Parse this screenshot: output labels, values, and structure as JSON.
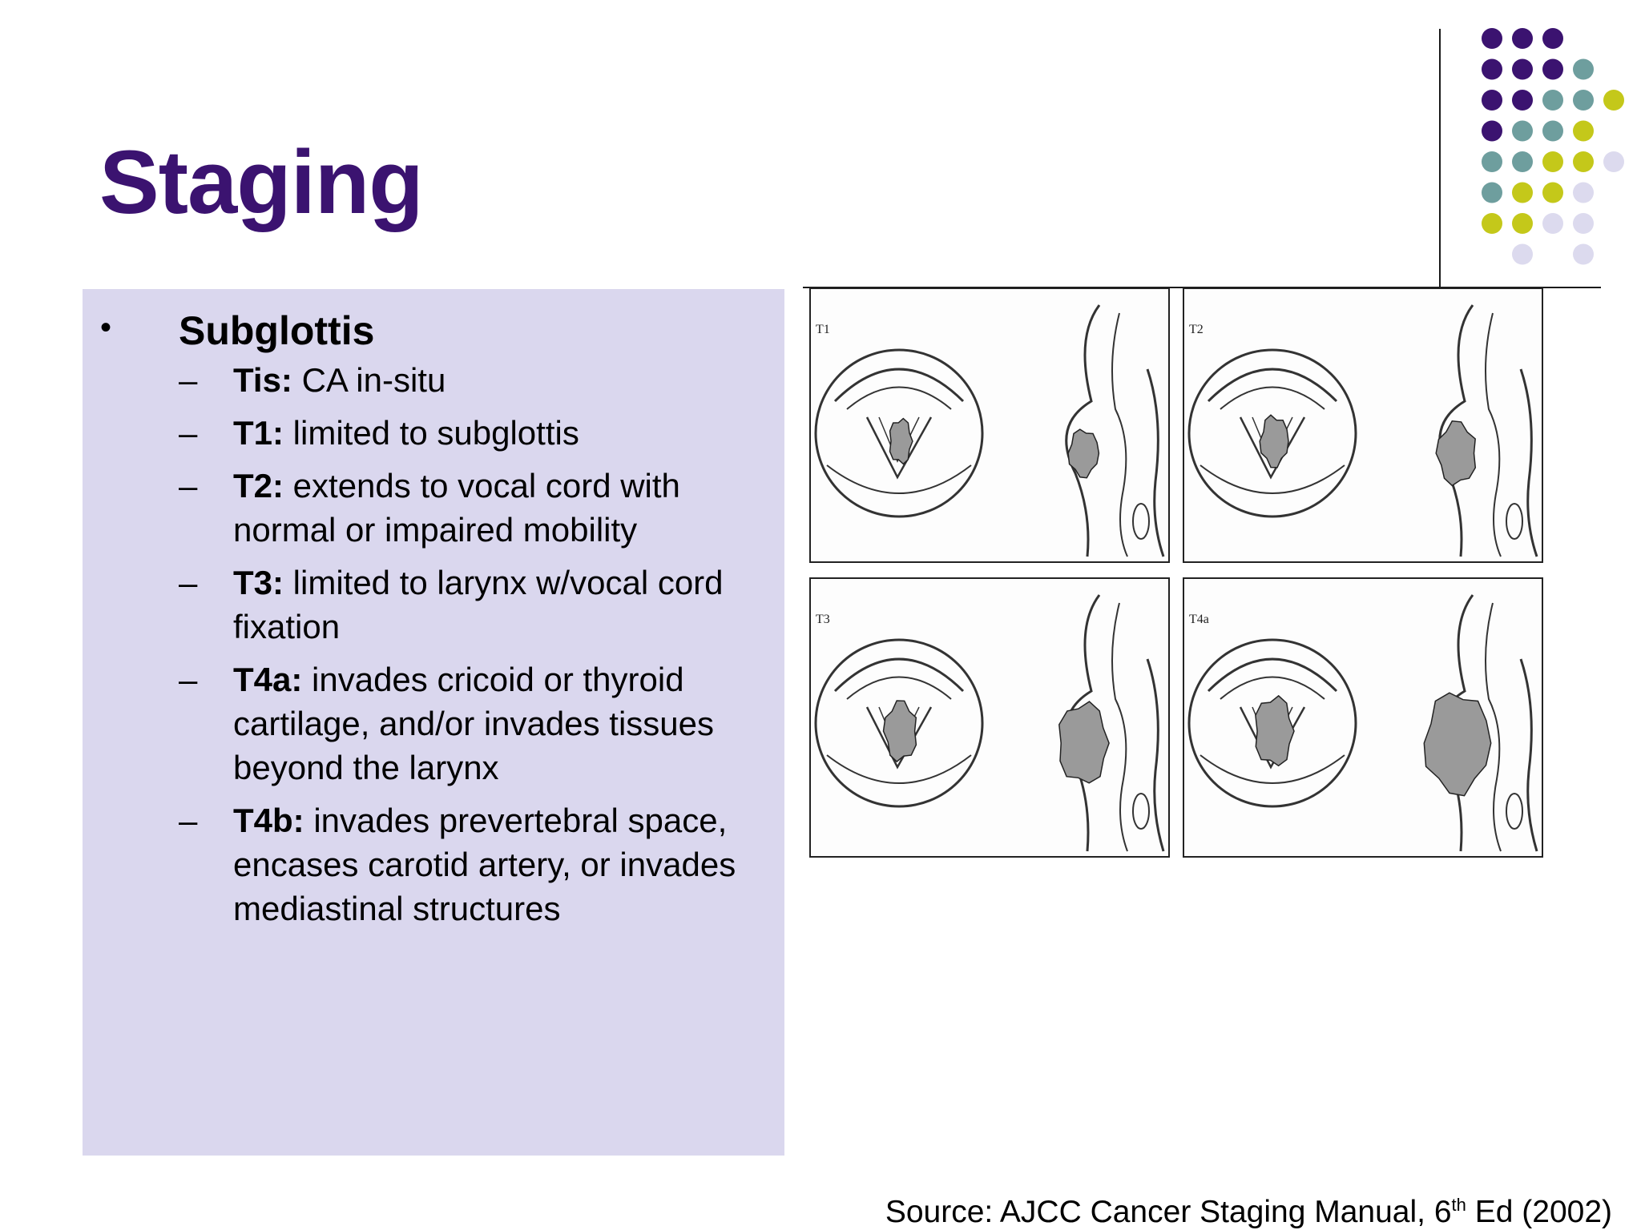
{
  "slide": {
    "title": "Staging",
    "bullet": "Subglottis",
    "items": [
      {
        "label": "Tis:",
        "text": " CA in-situ"
      },
      {
        "label": "T1:",
        "text": " limited to subglottis"
      },
      {
        "label": "T2:",
        "text": " extends to vocal cord with normal or impaired mobility"
      },
      {
        "label": "T3:",
        "text": " limited to larynx w/vocal cord fixation"
      },
      {
        "label": "T4a:",
        "text": " invades cricoid or thyroid cartilage, and/or invades tissues beyond the larynx"
      },
      {
        "label": "T4b:",
        "text": " invades prevertebral space, encases carotid artery, or invades mediastinal structures"
      }
    ],
    "figure_panels": [
      {
        "label": "T1",
        "tumor": "small"
      },
      {
        "label": "T2",
        "tumor": "medium"
      },
      {
        "label": "T3",
        "tumor": "large"
      },
      {
        "label": "T4a",
        "tumor": "extensive"
      }
    ],
    "source": {
      "prefix": "Source: AJCC Cancer Staging Manual, 6",
      "sup": "th",
      "suffix": " Ed (2002)"
    }
  },
  "colors": {
    "title": "#3b1370",
    "panel_bg": "#dad7ee",
    "dot_purple": "#3b1370",
    "dot_teal": "#6e9e9e",
    "dot_olive": "#c4c81a",
    "dot_lavender": "#dcdaee"
  }
}
